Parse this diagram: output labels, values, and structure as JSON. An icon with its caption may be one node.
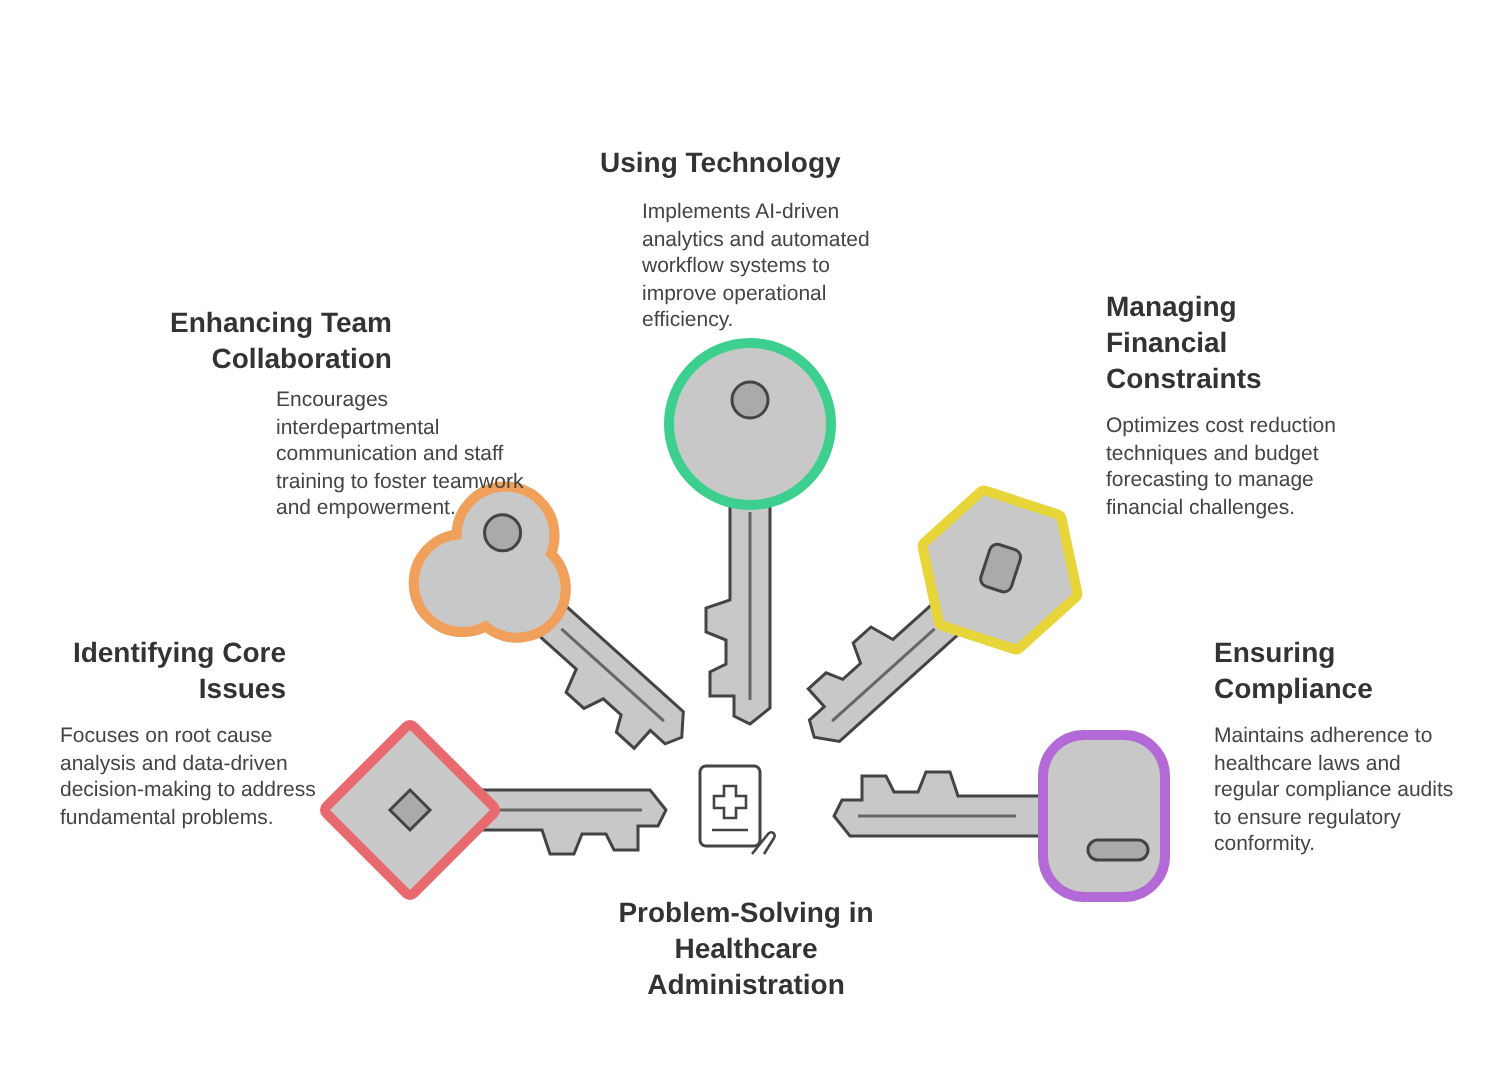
{
  "diagram": {
    "title": "Problem-Solving in Healthcare Administration",
    "labels": [
      "Using Technology",
      "Implements AI-driven analytics and automated workflow systems to improve operational efficiency.",
      "Enhancing Team Collaboration",
      "Encourages interdepartmental communication and staff training to foster teamwork and empowerment.",
      "Managing Financial Constraints",
      "Optimizes cost reduction techniques and budget forecasting to manage financial challenges.",
      "Identifying Core Issues",
      "Focuses on root cause analysis and data-driven decision-making to address fundamental problems.",
      "Ensuring Compliance",
      "Maintains adherence to healthcare laws and regular compliance audits to ensure regulatory conformity."
    ]
  }
}
